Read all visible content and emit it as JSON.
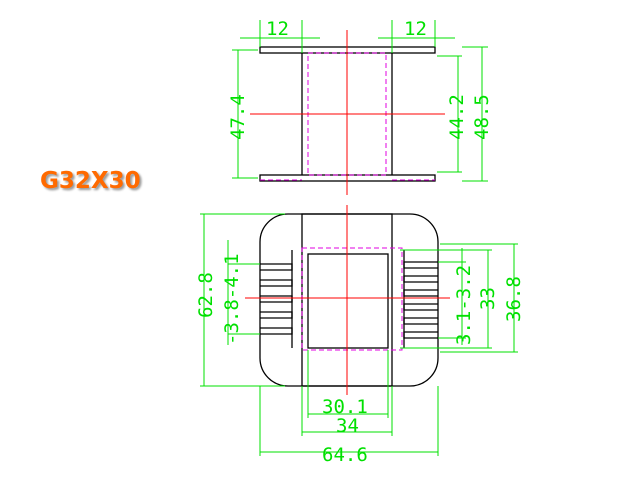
{
  "model_label": "G32X30",
  "top_view": {
    "dims": {
      "flange_left": "12",
      "flange_right": "12",
      "height_outer_left": "47.4",
      "height_inner_right": "44.2",
      "height_outer_right": "48.5"
    }
  },
  "bottom_view": {
    "dims": {
      "overall_height": "62.8",
      "slot_pitch_a": "-3.8-4.1",
      "slot_pitch_b": "3.1-3.2",
      "inner_height": "33",
      "mid_height": "36.8",
      "window_width": "30.1",
      "core_width": "34",
      "overall_width": "64.6"
    }
  },
  "colors": {
    "outline": "#000000",
    "dimension": "#00e000",
    "center_line": "#ff0000",
    "hidden_line": "#e000e0",
    "title": "#ff6a00"
  }
}
